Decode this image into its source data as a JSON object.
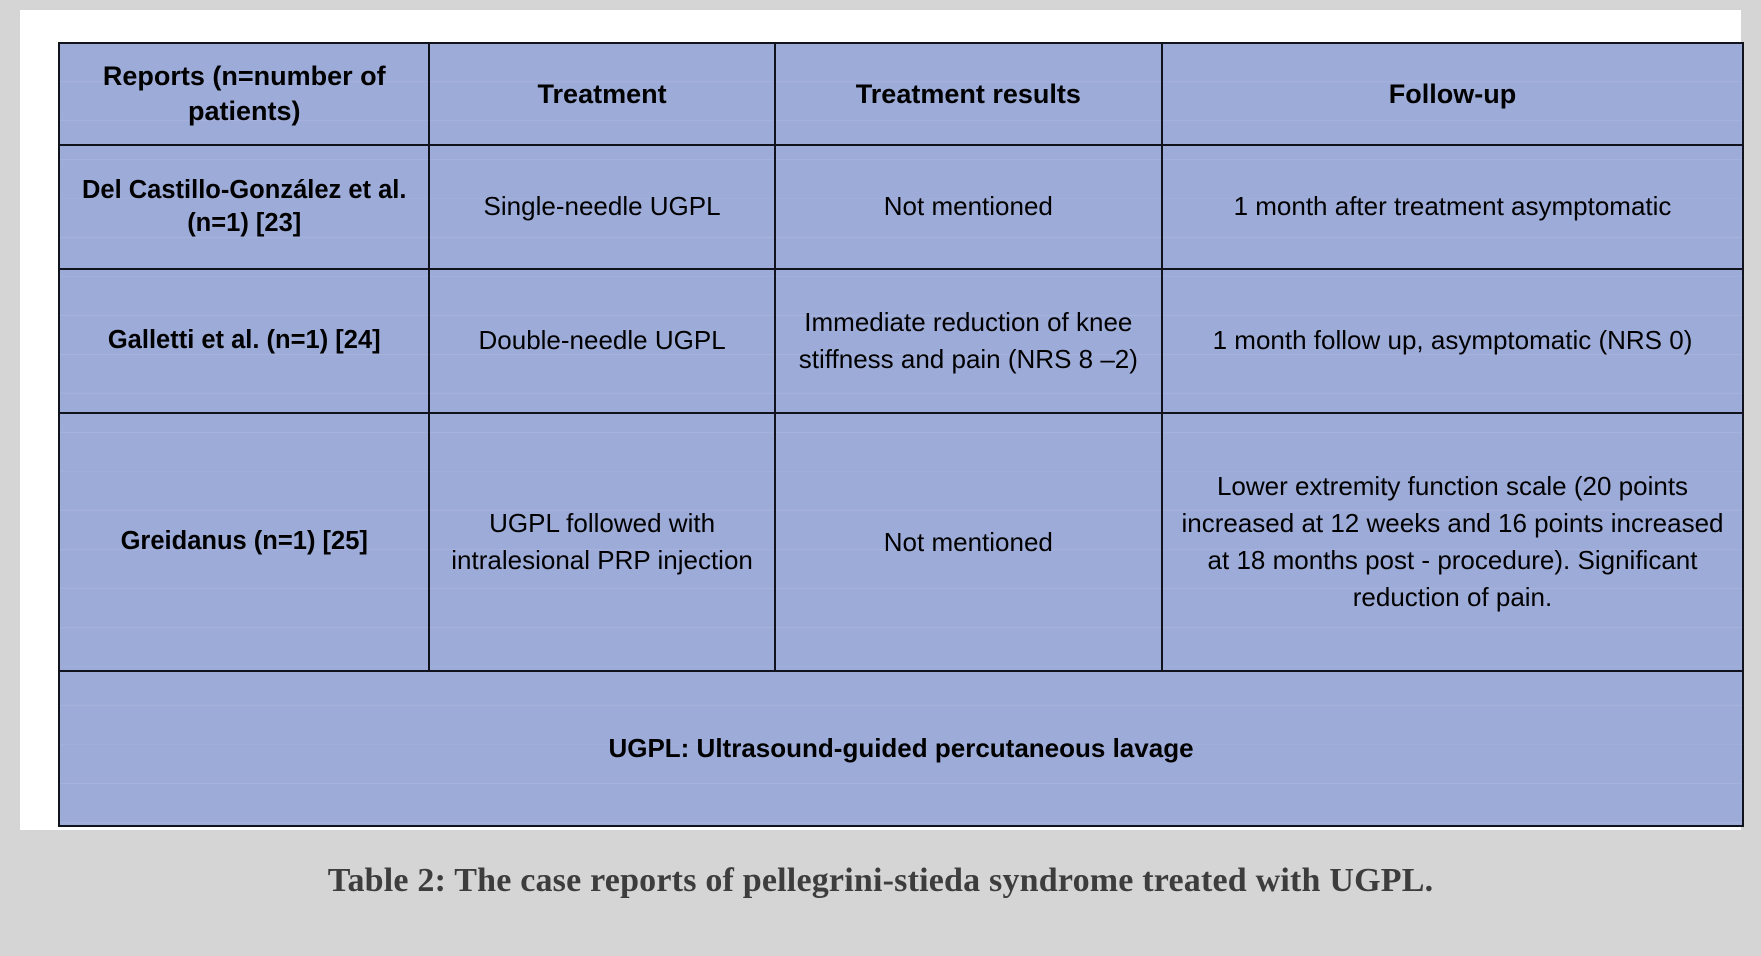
{
  "table": {
    "columns": [
      "Reports (n=number of patients)",
      "Treatment",
      "Treatment results",
      "Follow-up"
    ],
    "rows": [
      {
        "report": "Del Castillo-González et al. (n=1) [23]",
        "treatment": "Single-needle UGPL",
        "results": "Not mentioned",
        "followup": "1 month after treatment asymptomatic"
      },
      {
        "report": "Galletti et al. (n=1) [24]",
        "treatment": "Double-needle UGPL",
        "results": "Immediate reduction of knee stiffness and pain (NRS 8 –2)",
        "followup": "1 month follow up, asymptomatic (NRS 0)"
      },
      {
        "report": "Greidanus (n=1) [25]",
        "treatment": "UGPL followed with intralesional PRP injection",
        "results": "Not mentioned",
        "followup": "Lower extremity function scale (20 points increased at 12 weeks and 16 points increased at 18 months post - procedure). Significant reduction of pain."
      }
    ],
    "footnote": "UGPL: Ultrasound-guided percutaneous lavage"
  },
  "caption": "Table 2: The case reports of pellegrini-stieda syndrome treated with UGPL.",
  "colors": {
    "page_background": "#d5d5d5",
    "frame": "#ffffff",
    "cell_fill": "#9dabd8",
    "cell_stripe": "#a6b2dd",
    "border": "#11131c",
    "text": "#000000",
    "caption_text": "#3d3d3d"
  }
}
